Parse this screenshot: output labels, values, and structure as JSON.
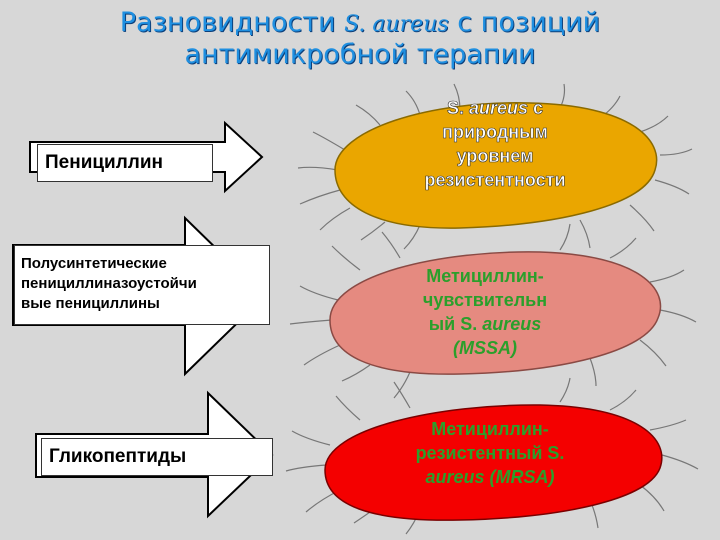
{
  "title": {
    "line1_pre": "Разновидности ",
    "line1_italic": "S. aureus",
    "line1_post": " с позиций",
    "line2": "антимикробной терапии"
  },
  "drugs": [
    {
      "label": "Пенициллин"
    },
    {
      "lines": [
        "Полусинтетические",
        "пенициллиназоустойчи",
        "вые пенициллины"
      ]
    },
    {
      "label": "Гликопептиды"
    }
  ],
  "bacteria": [
    {
      "color": "#eaa600",
      "lines": [
        {
          "parts": [
            {
              "t": "S. "
            },
            {
              "t": "aureus",
              "i": true
            },
            {
              "t": " с"
            }
          ]
        },
        {
          "parts": [
            {
              "t": "природным"
            }
          ]
        },
        {
          "parts": [
            {
              "t": "уровнем"
            }
          ]
        },
        {
          "parts": [
            {
              "t": "резистентности"
            }
          ]
        }
      ]
    },
    {
      "color": "#e58a80",
      "lines": [
        {
          "parts": [
            {
              "t": "Метициллин-"
            }
          ]
        },
        {
          "parts": [
            {
              "t": "чувствительн"
            }
          ]
        },
        {
          "parts": [
            {
              "t": "ый  S. "
            },
            {
              "t": "aureus",
              "i": true
            }
          ]
        },
        {
          "parts": [
            {
              "t": "(MSSA)",
              "i": true
            }
          ]
        }
      ]
    },
    {
      "color": "#f40000",
      "lines": [
        {
          "parts": [
            {
              "t": "Метициллин-"
            }
          ]
        },
        {
          "parts": [
            {
              "t": "резистентный  S."
            }
          ]
        },
        {
          "parts": [
            {
              "t": "aureus (MRSA)",
              "i": true
            }
          ]
        }
      ]
    }
  ]
}
